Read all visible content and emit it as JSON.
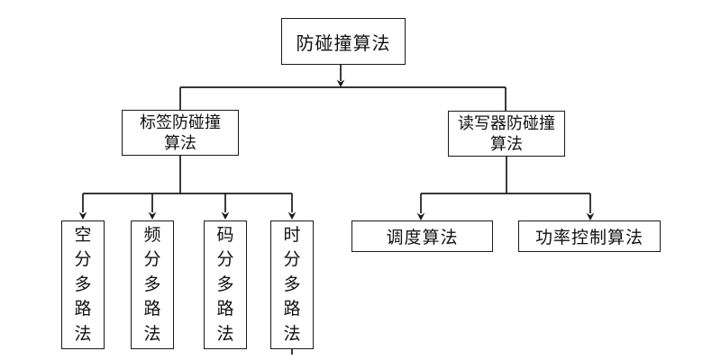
{
  "diagram": {
    "type": "tree",
    "root": {
      "label": "防碰撞算法"
    },
    "level2": [
      {
        "id": "tag-anticollision",
        "line1": "标签防碰撞",
        "line2": "算法"
      },
      {
        "id": "reader-anticollision",
        "line1": "读写器防碰撞",
        "line2": "算法"
      }
    ],
    "tag_children": [
      "空分多路法",
      "频分多路法",
      "码分多路法",
      "时分多路法"
    ],
    "reader_children": [
      "调度算法",
      "功率控制算法"
    ],
    "colors": {
      "line": "#1a1a1a",
      "box_border": "#1a1a1a",
      "text": "#111111",
      "background": "#ffffff"
    }
  }
}
